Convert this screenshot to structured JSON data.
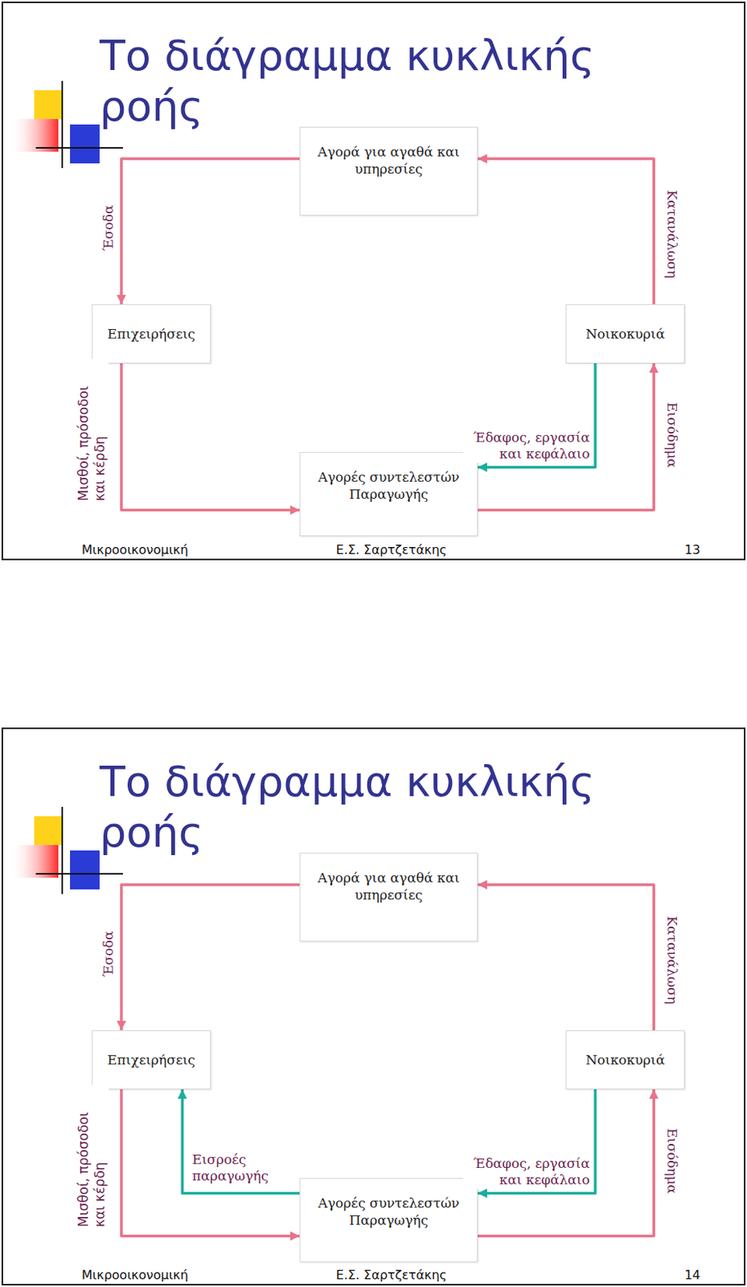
{
  "diagram": {
    "title": "Το διάγραμμα κυκλικής ροής",
    "nodes": [
      {
        "text": [
          "Αγορά για αγαθά και υπηρεσίες"
        ]
      },
      {
        "text": [
          "Επιχειρήσεις"
        ]
      },
      {
        "text": [
          "Νοικοκυριά"
        ]
      },
      {
        "text": [
          "Αγορές συντελεστών Παραγωγής"
        ]
      },
      {
        "text": [
          "Αγορά για αγαθά και υπηρεσίες"
        ]
      },
      {
        "text": [
          "Επιχειρήσεις"
        ]
      },
      {
        "text": [
          "Νοικοκυριά"
        ]
      },
      {
        "text": [
          "Αγορές συντελεστών Παραγωγής"
        ]
      }
    ],
    "edges": [
      {
        "from": 0,
        "to": 1,
        "arrow": "to",
        "label": "Έσοδα"
      },
      {
        "from": 2,
        "to": 0,
        "arrow": "to",
        "label": "Κατανάλωση"
      },
      {
        "from": 1,
        "to": 3,
        "arrow": "to",
        "label": "Μισθοί, πρόσοδοι και κέρδη"
      },
      {
        "from": 3,
        "to": 2,
        "arrow": "to",
        "label": "Εισόδημα"
      },
      {
        "from": 2,
        "to": 3,
        "arrow": "to",
        "label": "Έδαφος, εργασία και κεφάλαιο"
      },
      {
        "from": 4,
        "to": 5,
        "arrow": "to",
        "label": "Έσοδα"
      },
      {
        "from": 6,
        "to": 4,
        "arrow": "to",
        "label": "Κατανάλωση"
      },
      {
        "from": 5,
        "to": 7,
        "arrow": "to",
        "label": "Μισθοί, πρόσοδοι και κέρδη"
      },
      {
        "from": 7,
        "to": 6,
        "arrow": "to",
        "label": "Εισόδημα"
      },
      {
        "from": 6,
        "to": 7,
        "arrow": "to",
        "label": "Έδαφος, εργασία και κεφάλαιο"
      },
      {
        "from": 7,
        "to": 5,
        "arrow": "to",
        "label": "Εισροές παραγωγής"
      }
    ],
    "labels": [
      "Μικροοικονομική",
      "Ε.Σ. Σαρτζετάκης",
      "13",
      "Το διάγραμμα κυκλικής ροής",
      "Μικροοικονομική",
      "Ε.Σ. Σαρτζετάκης",
      "14"
    ]
  }
}
